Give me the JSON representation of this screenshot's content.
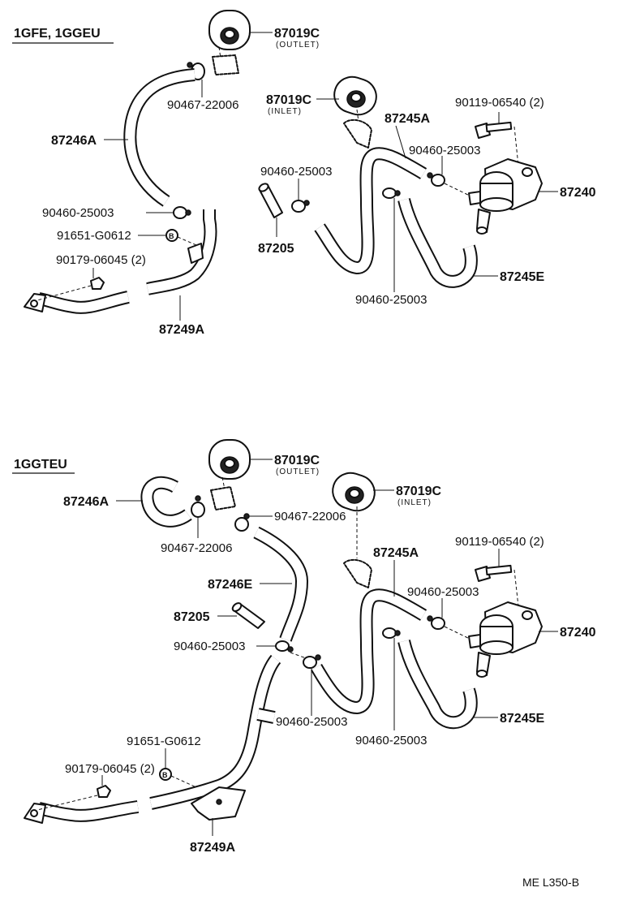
{
  "sections": [
    {
      "title": "1GFE, 1GGEU",
      "labels": {
        "p87019c_outlet": "87019C",
        "p87019c_outlet_sub": "(OUTLET)",
        "p90467_a": "90467-22006",
        "p87019c_inlet": "87019C",
        "p87019c_inlet_sub": "(INLET)",
        "p90119": "90119-06540 (2)",
        "p87245a": "87245A",
        "p87246a": "87246A",
        "p90460_a": "90460-25003",
        "p90460_b": "90460-25003",
        "p87240": "87240",
        "p90460_c": "90460-25003",
        "p91651": "91651-G0612",
        "p87205": "87205",
        "p90179": "90179-06045 (2)",
        "p87245e": "87245E",
        "p90460_d": "90460-25003",
        "p87249a": "87249A",
        "marker_b": "B"
      }
    },
    {
      "title": "1GGTEU",
      "labels": {
        "p87019c_outlet": "87019C",
        "p87019c_outlet_sub": "(OUTLET)",
        "p87246a": "87246A",
        "p90467_a": "90467-22006",
        "p87019c_inlet": "87019C",
        "p87019c_inlet_sub": "(INLET)",
        "p90467_b": "90467-22006",
        "p87245a": "87245A",
        "p90119": "90119-06540 (2)",
        "p87246e": "87246E",
        "p90460_a": "90460-25003",
        "p87205": "87205",
        "p87240": "87240",
        "p90460_b": "90460-25003",
        "p90460_c": "90460-25003",
        "p87245e": "87245E",
        "p90460_d": "90460-25003",
        "p91651": "91651-G0612",
        "p90179": "90179-06045 (2)",
        "p87249a": "87249A",
        "marker_b": "B"
      }
    }
  ],
  "footer": "ME  L350-B"
}
